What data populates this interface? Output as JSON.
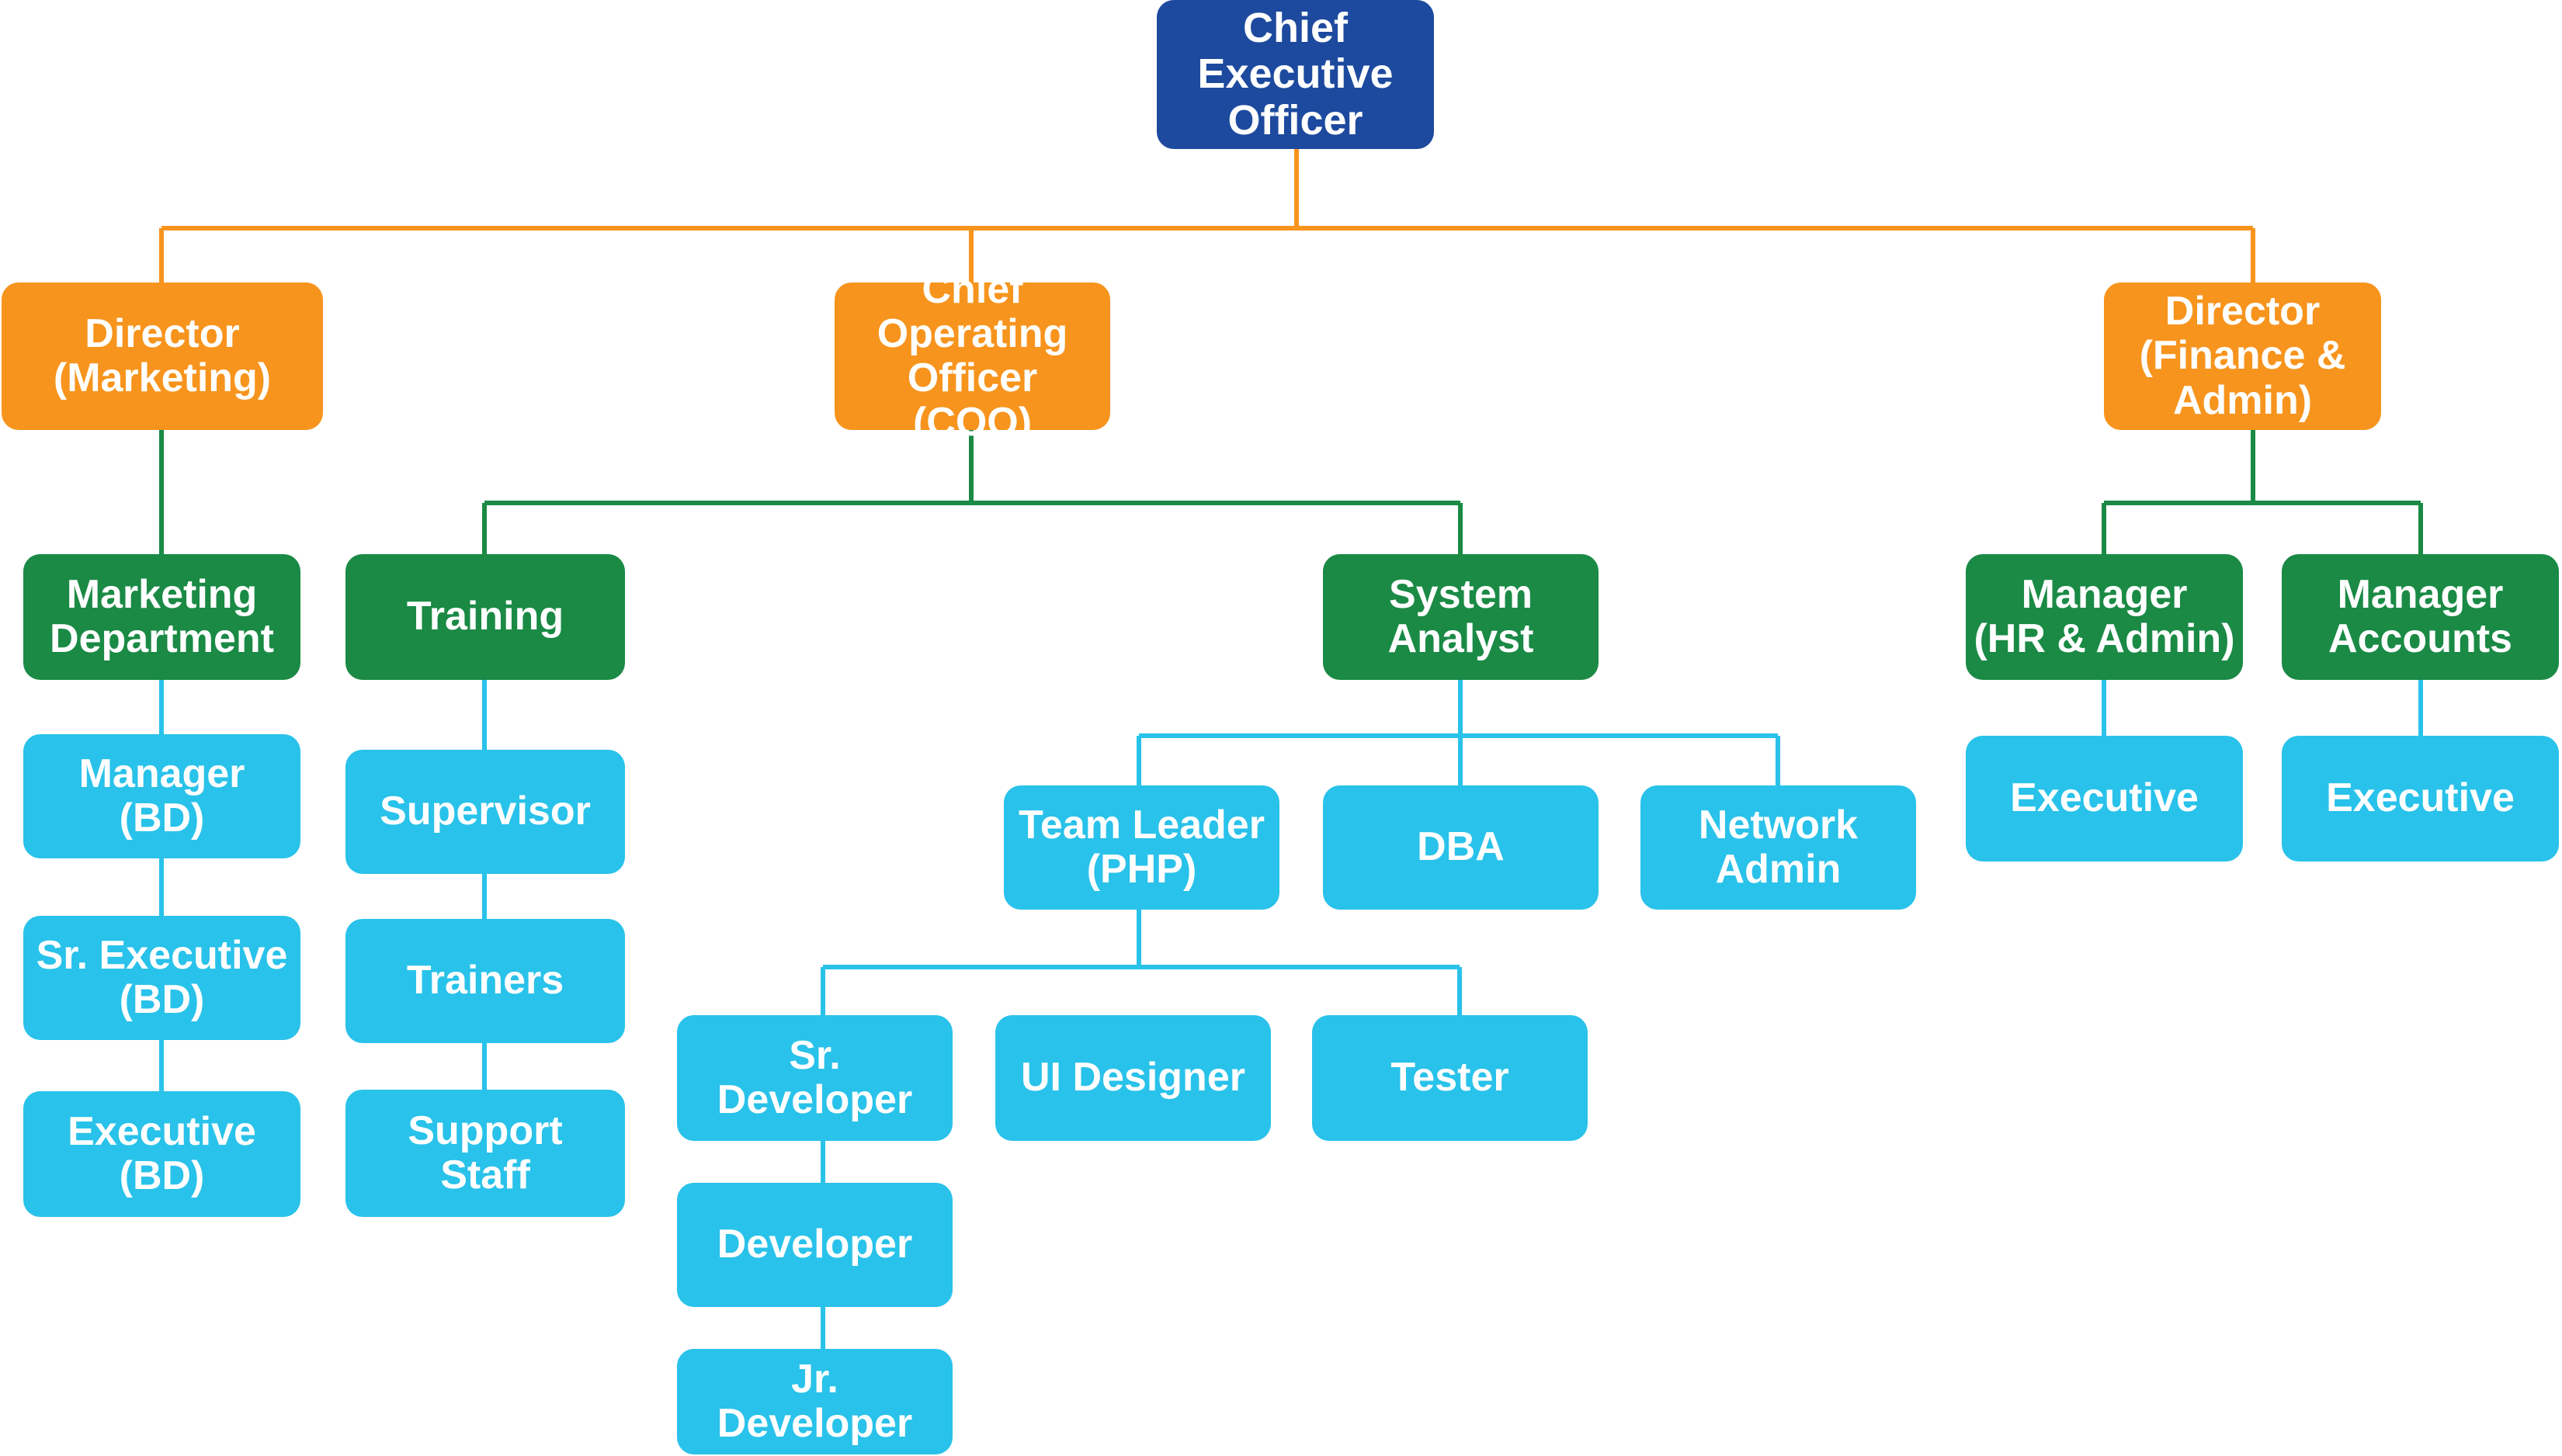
{
  "colors": {
    "ceo": "#1d4a9e",
    "director": "#f7941d",
    "department": "#1a8a45",
    "staff": "#29c2ea",
    "line_top": "#f7941d",
    "line_mid": "#1a8a45",
    "line_low": "#29c2ea"
  },
  "org": {
    "ceo": {
      "label": "Chief\nExecutive\nOfficer"
    },
    "dir_marketing": {
      "label": "Director\n(Marketing)"
    },
    "coo": {
      "label": "Chief\nOperating\nOfficer (COO)"
    },
    "dir_finance": {
      "label": "Director\n(Finance &\nAdmin)"
    },
    "marketing_dept": {
      "label": "Marketing\nDepartment"
    },
    "training": {
      "label": "Training"
    },
    "system_analyst": {
      "label": "System\nAnalyst"
    },
    "manager_hr": {
      "label": "Manager\n(HR & Admin)"
    },
    "manager_accounts": {
      "label": "Manager\nAccounts"
    },
    "manager_bd": {
      "label": "Manager\n(BD)"
    },
    "sr_exec_bd": {
      "label": "Sr. Executive\n(BD)"
    },
    "exec_bd": {
      "label": "Executive\n(BD)"
    },
    "supervisor": {
      "label": "Supervisor"
    },
    "trainers": {
      "label": "Trainers"
    },
    "support_staff": {
      "label": "Support\nStaff"
    },
    "team_leader": {
      "label": "Team Leader\n(PHP)"
    },
    "dba": {
      "label": "DBA"
    },
    "network_admin": {
      "label": "Network\nAdmin"
    },
    "exec_hr": {
      "label": "Executive"
    },
    "exec_accounts": {
      "label": "Executive"
    },
    "sr_developer": {
      "label": "Sr.\nDeveloper"
    },
    "ui_designer": {
      "label": "UI Designer"
    },
    "tester": {
      "label": "Tester"
    },
    "developer": {
      "label": "Developer"
    },
    "jr_developer": {
      "label": "Jr.\nDeveloper"
    }
  }
}
